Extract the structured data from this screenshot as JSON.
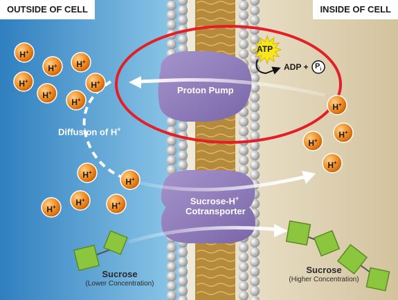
{
  "labels": {
    "outside": "OUTSIDE OF CELL",
    "inside": "INSIDE OF CELL",
    "atp": "ATP",
    "adp": "ADP + ",
    "pi": "P",
    "pi_sub": "i",
    "proton_pump": "Proton Pump",
    "diffusion": "Diffusion of H",
    "cotransporter_line1": "Sucrose-H",
    "cotransporter_line2": "Cotransporter",
    "sucrose_out": "Sucrose",
    "sucrose_out_conc": "(Lower Concentration)",
    "sucrose_in": "Sucrose",
    "sucrose_in_conc": "(Higher Concentration)",
    "ion": "H",
    "plus": "+"
  },
  "colors": {
    "outside_bg": "#3d8fc8",
    "inside_bg": "#d9cba9",
    "protein": "#8e7ab8",
    "ion": "#ef8a23",
    "sucrose": "#8cc63f",
    "highlight_ring": "#e31e24"
  }
}
